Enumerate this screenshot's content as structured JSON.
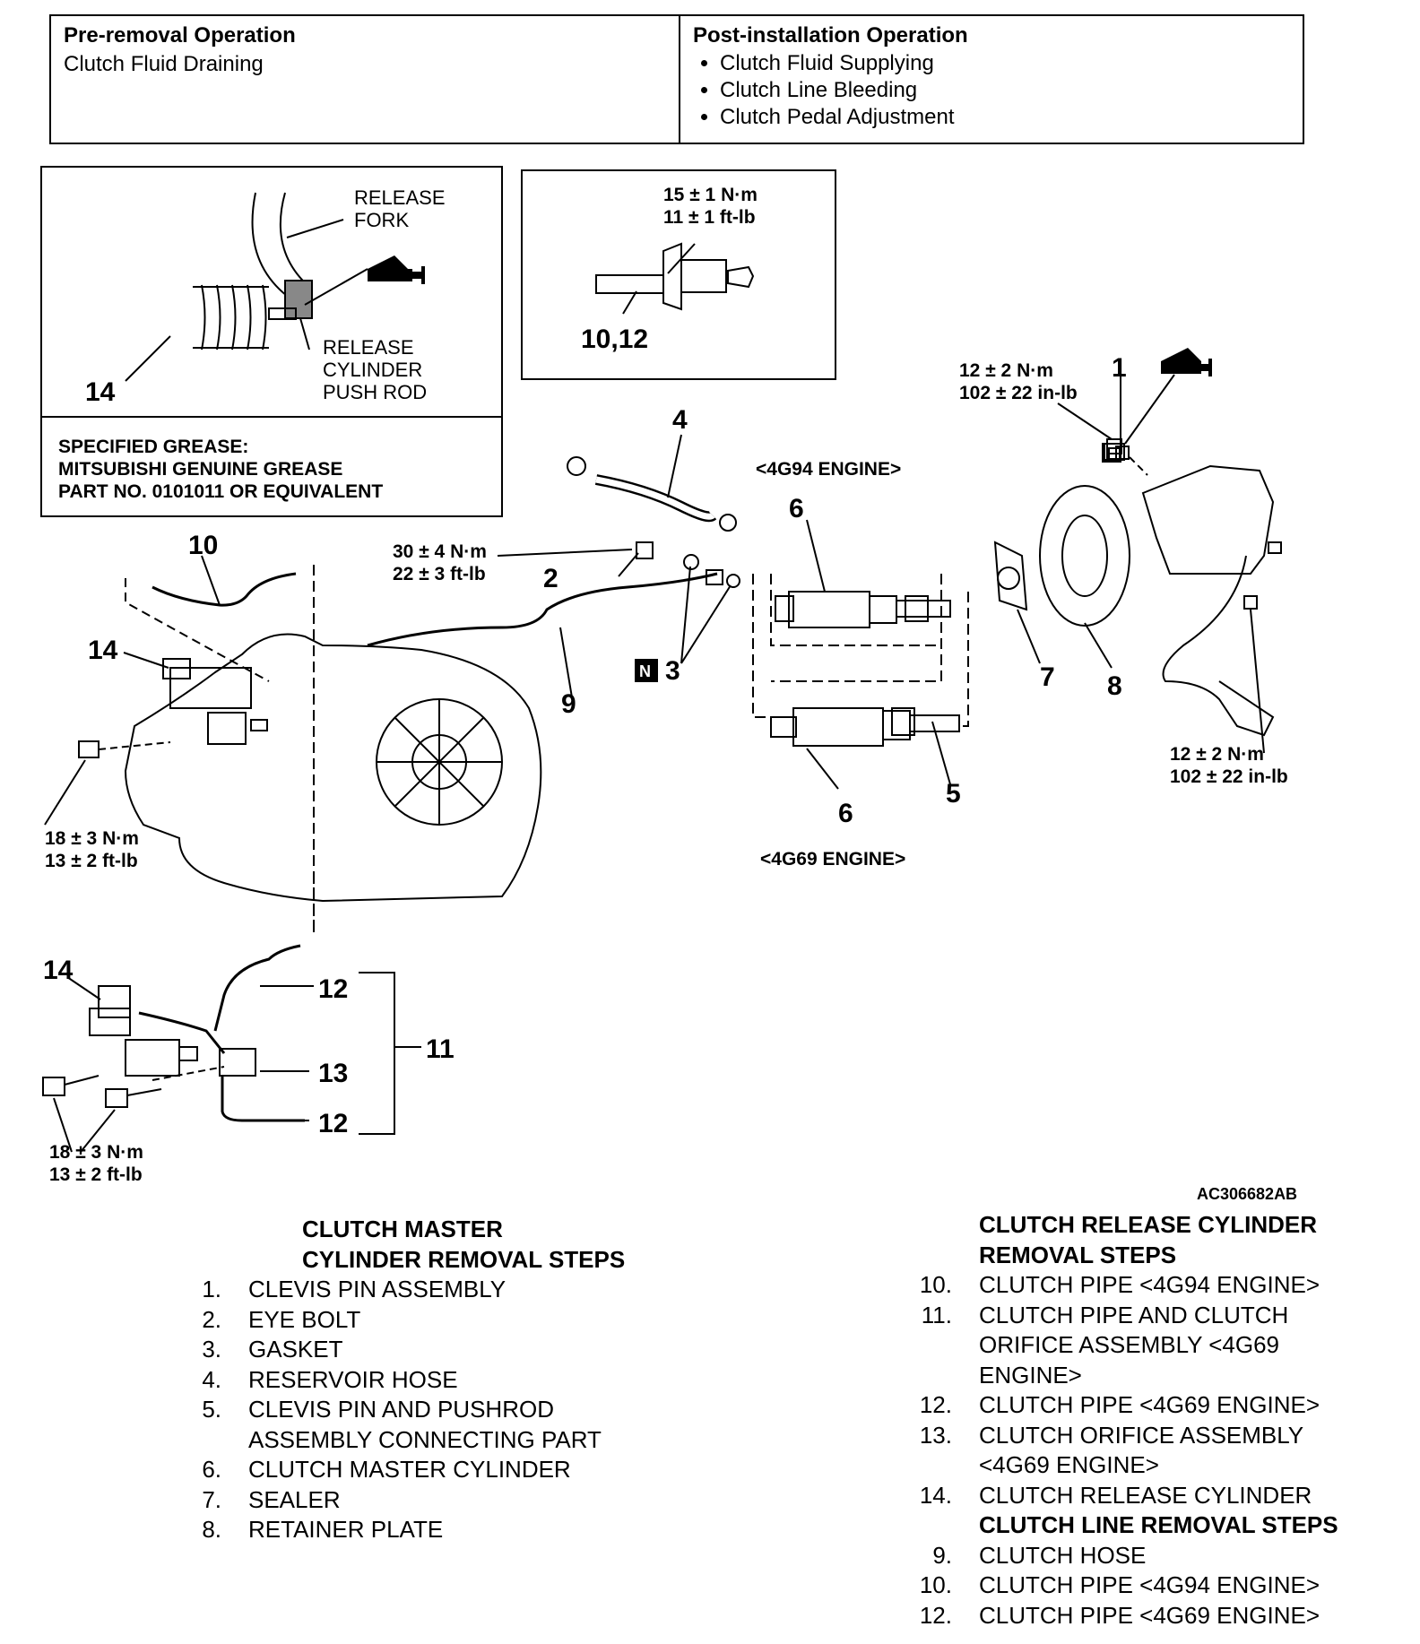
{
  "operations": {
    "pre": {
      "heading": "Pre-removal Operation",
      "items": [
        "Clutch Fluid Draining"
      ]
    },
    "post": {
      "heading": "Post-installation Operation",
      "items": [
        "Clutch Fluid Supplying",
        "Clutch Line Bleeding",
        "Clutch Pedal Adjustment"
      ]
    }
  },
  "diagram": {
    "inset_grease": {
      "release_fork": [
        "RELEASE",
        "FORK"
      ],
      "push_rod": [
        "RELEASE",
        "CYLINDER",
        "PUSH ROD"
      ],
      "part": "14",
      "grease": [
        "SPECIFIED GREASE:",
        "MITSUBISHI GENUINE GREASE",
        "PART NO. 0101011 OR EQUIVALENT"
      ]
    },
    "inset_torque": {
      "torque": [
        "15 ± 1 N·m",
        "11 ± 1 ft-lb"
      ],
      "parts": "10,12"
    },
    "engine_4g94": "<4G94 ENGINE>",
    "engine_4g69": "<4G69 ENGINE>",
    "torques": {
      "t1": [
        "12 ± 2 N·m",
        "102 ± 22 in-lb"
      ],
      "t2": [
        "30 ± 4 N·m",
        "22 ± 3 ft-lb"
      ],
      "t3": [
        "12 ± 2 N·m",
        "102 ± 22 in-lb"
      ],
      "t4": [
        "18 ± 3 N·m",
        "13 ± 2 ft-lb"
      ],
      "t5": [
        "18 ± 3 N·m",
        "13 ± 2 ft-lb"
      ]
    },
    "callouts": {
      "c1": "1",
      "c2": "2",
      "c3": "3",
      "c4": "4",
      "c5": "5",
      "c6a": "6",
      "c6b": "6",
      "c7": "7",
      "c8": "8",
      "c9": "9",
      "c10": "10",
      "c11": "11",
      "c12a": "12",
      "c12b": "12",
      "c13": "13",
      "c14a": "14",
      "c14b": "14",
      "n_badge": "N"
    },
    "figure_code": "AC306682AB",
    "icons": [
      "grease-gun-icon"
    ]
  },
  "master_steps": {
    "heading": [
      "CLUTCH MASTER",
      "CYLINDER REMOVAL STEPS"
    ],
    "items": [
      {
        "n": "1.",
        "text": "CLEVIS PIN ASSEMBLY"
      },
      {
        "n": "2.",
        "text": "EYE BOLT"
      },
      {
        "n": "3.",
        "text": "GASKET"
      },
      {
        "n": "4.",
        "text": "RESERVOIR HOSE"
      },
      {
        "n": "5.",
        "text": "CLEVIS PIN AND PUSHROD ASSEMBLY CONNECTING PART"
      },
      {
        "n": "6.",
        "text": "CLUTCH MASTER CYLINDER"
      },
      {
        "n": "7.",
        "text": "SEALER"
      },
      {
        "n": "8.",
        "text": "RETAINER PLATE"
      }
    ]
  },
  "release_steps": {
    "heading": [
      "CLUTCH RELEASE CYLINDER",
      "REMOVAL STEPS"
    ],
    "items": [
      {
        "n": "10.",
        "text": "CLUTCH PIPE <4G94 ENGINE>"
      },
      {
        "n": "11.",
        "text": "CLUTCH PIPE AND CLUTCH ORIFICE ASSEMBLY <4G69 ENGINE>"
      },
      {
        "n": "12.",
        "text": "CLUTCH PIPE <4G69 ENGINE>"
      },
      {
        "n": "13.",
        "text": "CLUTCH ORIFICE ASSEMBLY <4G69 ENGINE>"
      },
      {
        "n": "14.",
        "text": "CLUTCH RELEASE CYLINDER"
      }
    ]
  },
  "line_steps": {
    "heading": "CLUTCH LINE REMOVAL STEPS",
    "items": [
      {
        "n": "9.",
        "text": "CLUTCH HOSE"
      },
      {
        "n": "10.",
        "text": "CLUTCH PIPE <4G94 ENGINE>"
      },
      {
        "n": "12.",
        "text": "CLUTCH PIPE <4G69 ENGINE>"
      }
    ]
  }
}
